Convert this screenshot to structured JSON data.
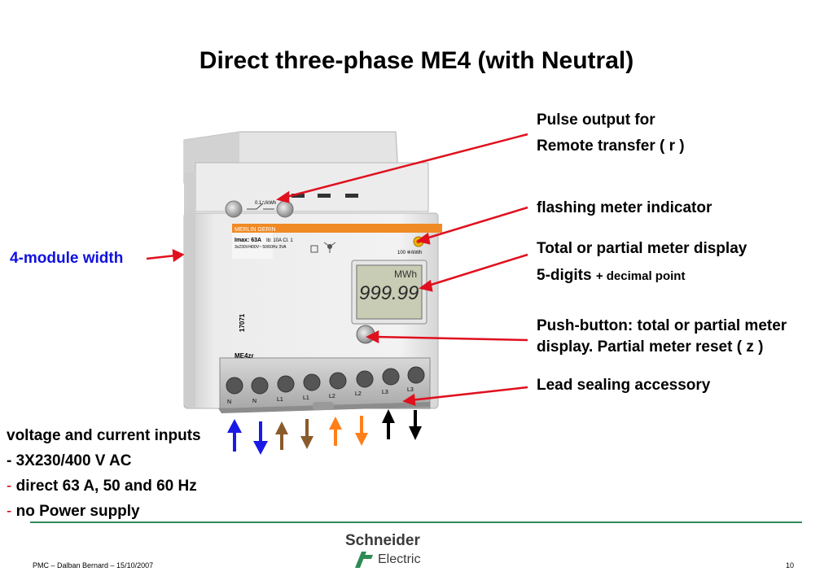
{
  "title": "Direct three-phase ME4 (with Neutral)",
  "callouts": {
    "pulse_line1": "Pulse output for",
    "pulse_line2": "Remote transfer ( r )",
    "flashing": "flashing meter indicator",
    "display_line1": "Total or partial meter display",
    "display_line2_main": "5-digits",
    "display_line2_small": "+ decimal point",
    "pushbutton_line1": "Push-button: total or partial meter",
    "pushbutton_line2": "display. Partial meter reset ( z )",
    "sealing": "Lead sealing accessory",
    "width": "4-module width"
  },
  "inputs": {
    "heading": "voltage and current inputs",
    "line1": "- 3X230/400 V AC",
    "line2_dash": "-",
    "line2": "direct 63 A,  50 and 60 Hz",
    "line3_dash": "-",
    "line3": "no Power supply"
  },
  "device": {
    "brand": "MERLIN GERIN",
    "spec1": "Imax: 63A",
    "spec2": "Ib: 10A  Cl. 1",
    "spec3": "3x230V/400V~ 50/60Hz  3VA",
    "pulse_rate": "0.1⎍/kWh",
    "led_rate": "100 ✲/kWh",
    "unit": "MWh",
    "reading": "999.99",
    "ref": "17071",
    "model": "ME4zr",
    "terminals": [
      "N",
      "N",
      "L1",
      "L1",
      "L2",
      "L2",
      "L3",
      "L3"
    ]
  },
  "logo": {
    "line1": "Schneider",
    "line2": "Electric"
  },
  "footer": {
    "text": "PMC – Dalban Bernard – 15/10/2007",
    "page": "10"
  },
  "colors": {
    "neutral_arrow": "#1a1ae6",
    "l1_arrow": "#8b5a2b",
    "l2_arrow": "#ff7f1a",
    "l3_arrow": "#000000",
    "callout_arrow": "#e0101e",
    "rule": "#2e8b57",
    "orange_band": "#f08a24",
    "lcd": "#c8ccb4"
  }
}
